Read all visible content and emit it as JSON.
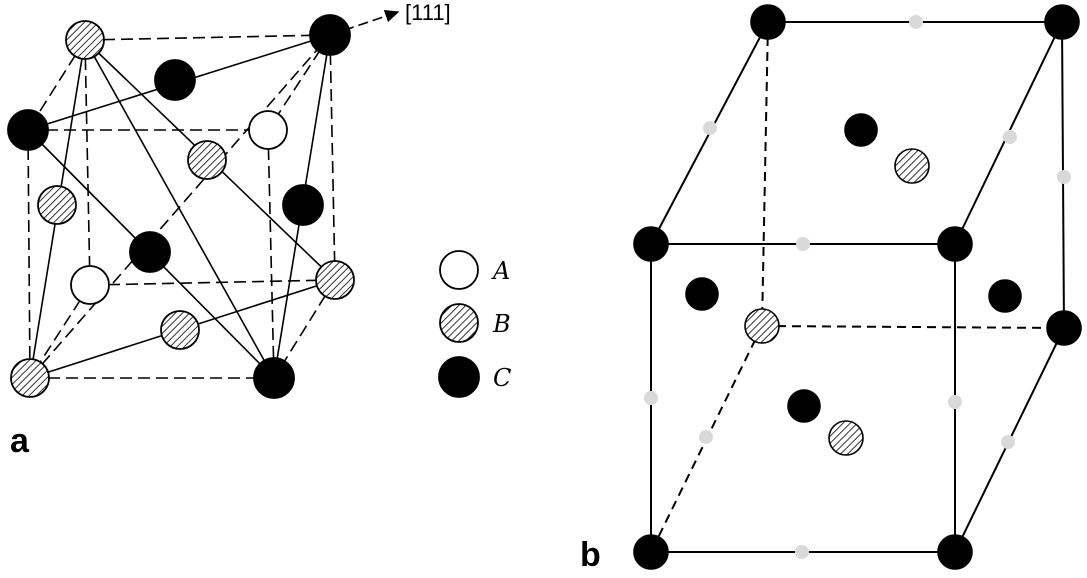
{
  "panels": {
    "a": {
      "label": "a",
      "direction_label": "[111]"
    },
    "b": {
      "label": "b"
    }
  },
  "legend": [
    {
      "key": "A",
      "fill": "white"
    },
    {
      "key": "B",
      "fill": "hatched"
    },
    {
      "key": "C",
      "fill": "black"
    }
  ],
  "colors": {
    "atom_C": "#000000",
    "atom_A": "#ffffff",
    "small_site": "#d9d9d9",
    "line": "#000000"
  }
}
